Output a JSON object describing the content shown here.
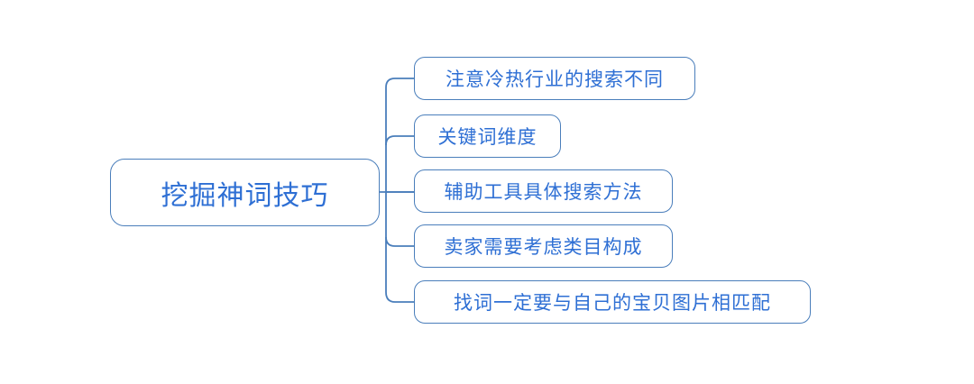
{
  "diagram": {
    "type": "mind-map",
    "orientation": "left-to-right",
    "background_color": "#ffffff",
    "stroke_color": "#4a7ebb",
    "text_color": "#2e6fd4",
    "root": {
      "label": "挖掘神词技巧"
    },
    "branches": [
      {
        "label": "注意冷热行业的搜索不同"
      },
      {
        "label": "关键词维度"
      },
      {
        "label": "辅助工具具体搜索方法"
      },
      {
        "label": "卖家需要考虑类目构成"
      },
      {
        "label": "找词一定要与自己的宝贝图片相匹配"
      }
    ]
  }
}
